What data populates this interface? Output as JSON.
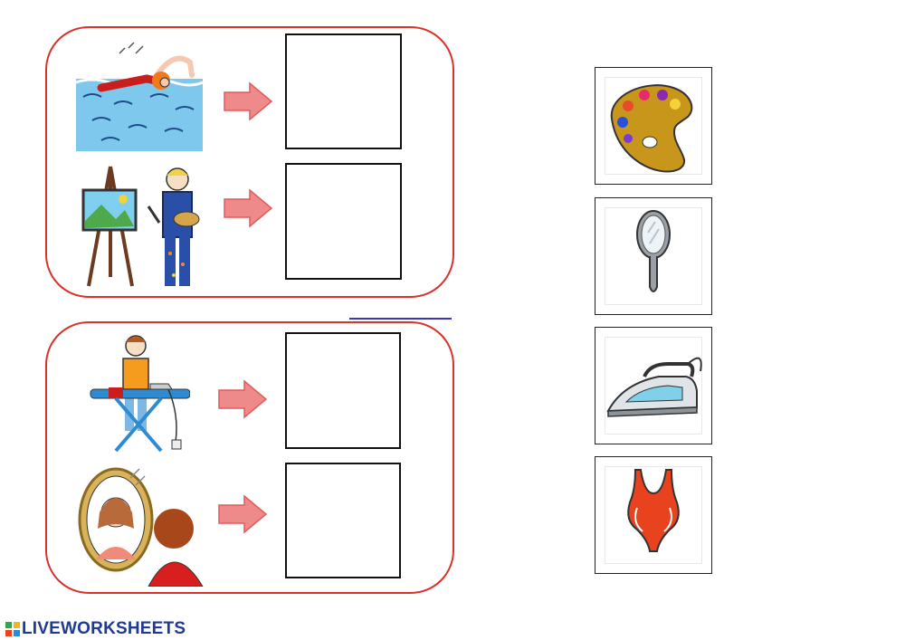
{
  "worksheet": {
    "groups": [
      {
        "rows": [
          {
            "scene": "swimmer-scene"
          },
          {
            "scene": "painter-scene"
          }
        ]
      },
      {
        "rows": [
          {
            "scene": "ironing-scene"
          },
          {
            "scene": "mirror-scene"
          }
        ]
      }
    ],
    "cards": [
      {
        "icon": "palette-icon"
      },
      {
        "icon": "hand-mirror-icon"
      },
      {
        "icon": "iron-icon"
      },
      {
        "icon": "swimsuit-icon"
      }
    ]
  },
  "colors": {
    "group_border": "#d9322b",
    "arrow": "#ee8a8a",
    "link": "#3a35b8",
    "brand": "#1f3a93"
  },
  "footer": {
    "brand": "LIVEWORKSHEETS"
  }
}
